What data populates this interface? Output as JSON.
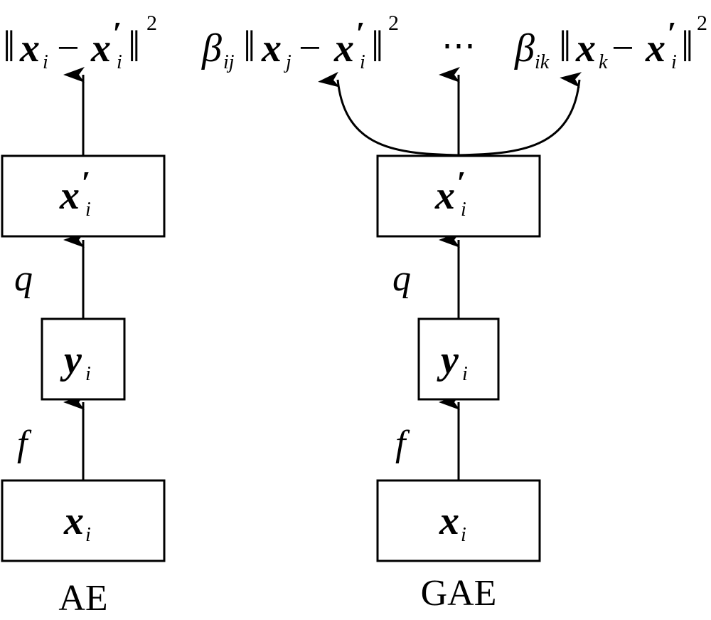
{
  "ae": {
    "caption": "AE",
    "input": {
      "symbol": "x",
      "sub": "i"
    },
    "hidden": {
      "symbol": "y",
      "sub": "i"
    },
    "output": {
      "symbol": "x",
      "prime": "′",
      "sub": "i"
    },
    "encoder_label": "f",
    "decoder_label": "q",
    "loss": {
      "open": "‖",
      "a": "x",
      "a_sub": "i",
      "minus": "−",
      "b": "x",
      "b_prime": "′",
      "b_sub": "i",
      "close": "‖",
      "power": "2"
    }
  },
  "gae": {
    "caption": "GAE",
    "input": {
      "symbol": "x",
      "sub": "i"
    },
    "hidden": {
      "symbol": "y",
      "sub": "i"
    },
    "output": {
      "symbol": "x",
      "prime": "′",
      "sub": "i"
    },
    "encoder_label": "f",
    "decoder_label": "q",
    "loss_j": {
      "coef": "β",
      "coef_sub": "ij",
      "open": "‖",
      "a": "x",
      "a_sub": "j",
      "minus": "−",
      "b": "x",
      "b_prime": "′",
      "b_sub": "i",
      "close": "‖",
      "power": "2"
    },
    "ellipsis": "⋯",
    "loss_k": {
      "coef": "β",
      "coef_sub": "ik",
      "open": "‖",
      "a": "x",
      "a_sub": "k",
      "minus": "−",
      "b": "x",
      "b_prime": "′",
      "b_sub": "i",
      "close": "‖",
      "power": "2"
    }
  },
  "colors": {
    "stroke": "#000000",
    "background": "#ffffff"
  }
}
